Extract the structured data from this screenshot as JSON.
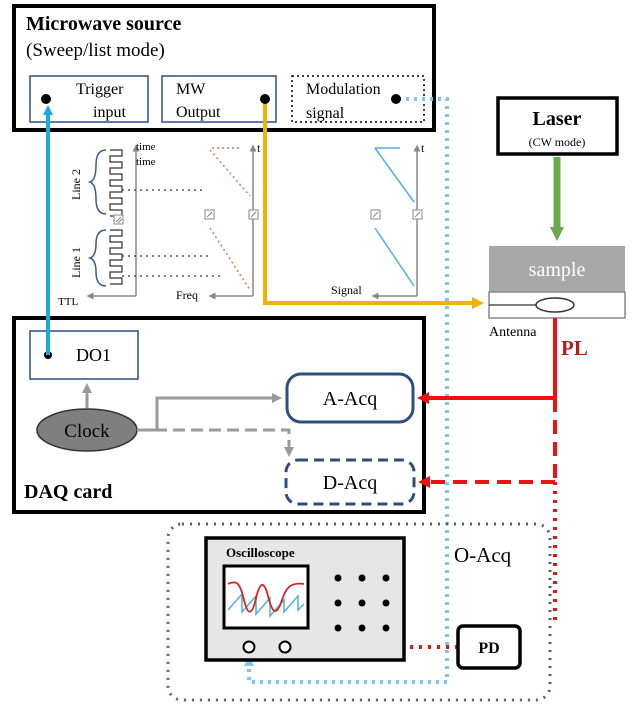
{
  "microwave_source": {
    "title": "Microwave source",
    "subtitle": "(Sweep/list mode)",
    "trigger_line1": "Trigger",
    "trigger_line2": "input",
    "mw_line1": "MW",
    "mw_line2": "Output",
    "mod_line1": "Modulation",
    "mod_line2": "signal"
  },
  "laser": {
    "title": "Laser",
    "mode": "(CW mode)"
  },
  "sample": {
    "label": "sample",
    "antenna": "Antenna",
    "pl": "PL"
  },
  "timing": {
    "line2": "Line 2",
    "line1": "Line 1",
    "time_1": "time",
    "time_2": "time",
    "t_freq": "t",
    "t_signal": "t",
    "ttl": "TTL",
    "freq": "Freq",
    "signal": "Signal"
  },
  "daq": {
    "title": "DAQ card",
    "do1": "DO1",
    "clock": "Clock",
    "a_acq": "A-Acq",
    "d_acq": "D-Acq"
  },
  "oscilloscope": {
    "title": "Oscilloscope",
    "o_acq": "O-Acq",
    "pd": "PD"
  },
  "colors": {
    "blue_signal": "#1ea8e0",
    "light_blue_modulation": "#7fc6ea",
    "yellow_mw": "#f0b400",
    "green_laser": "#6aa84f",
    "red_pl": "#ee1111",
    "dark_red_pl_text": "#b11d1d",
    "navy_box": "#2f4d80",
    "gray_clock": "#9a9a9a",
    "orange_freq": "#e07a44",
    "sample_gray": "#a8a8a8"
  }
}
